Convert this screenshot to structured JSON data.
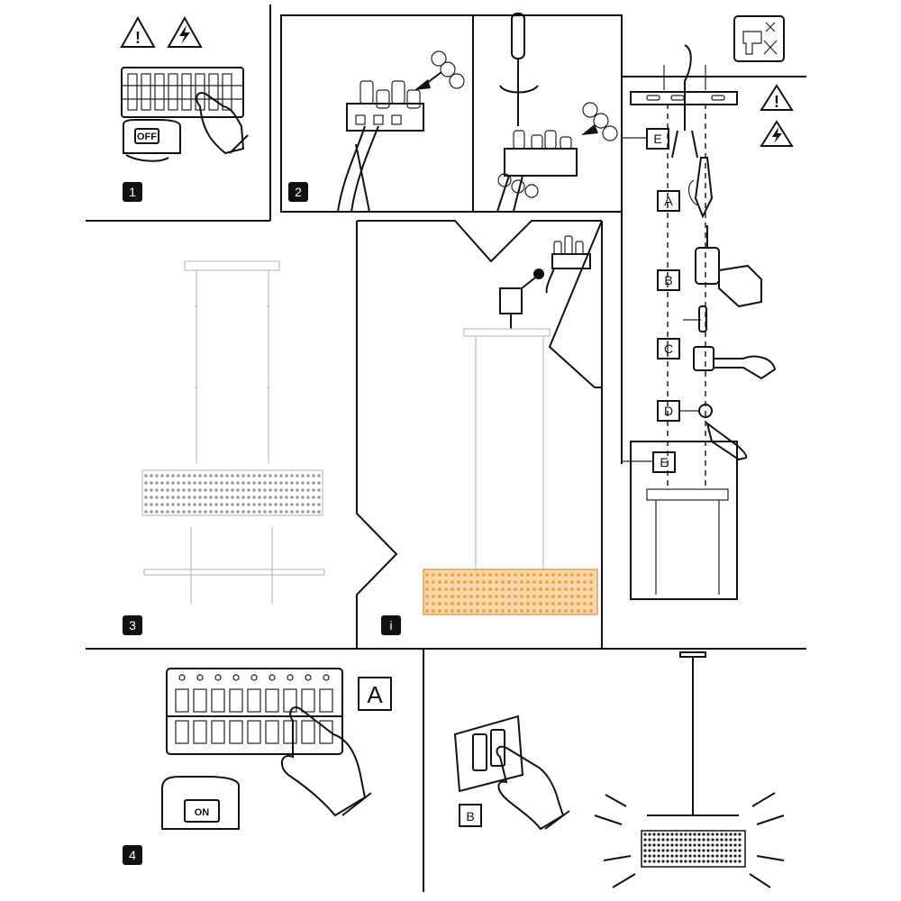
{
  "steps": {
    "step1": "1",
    "step2": "2",
    "step3": "3",
    "step_info": "i",
    "step4": "4"
  },
  "labels": {
    "A": "A",
    "B": "B",
    "C": "C",
    "D": "D",
    "E": "E"
  },
  "switch_states": {
    "off": "OFF",
    "on": "ON"
  },
  "warnings": {
    "caution_symbol": "!",
    "electric_symbol": "⚡"
  },
  "icons": {
    "warning": "warning-triangle-icon",
    "electric": "electric-hazard-icon",
    "no_drill": "no-drill-icon",
    "hand": "hand-pointer-icon",
    "screwdriver": "screwdriver-icon",
    "drill": "power-drill-icon",
    "hammer": "hammer-icon",
    "wire_stripper": "wire-stripper-icon",
    "terminal_block": "terminal-block-icon"
  },
  "colors": {
    "line": "#111111",
    "faint": "#bdbdbd",
    "glow": "#f0a64a",
    "badge": "#111111"
  }
}
